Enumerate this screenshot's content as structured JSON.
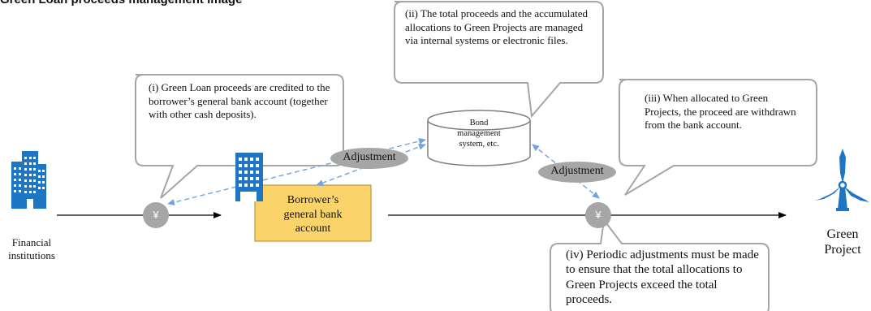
{
  "header_partial": "Green Loan proceeds management image",
  "callouts": {
    "i": "(i) Green Loan proceeds are credited to the borrower’s general bank account (together with other cash deposits).",
    "ii": "(ii) The total proceeds and the accumulated allocations to Green Projects are managed via internal systems or electronic files.",
    "iii": "(iii)  When allocated to Green Projects, the proceed are withdrawn from the bank account.",
    "iv": "(iv) Periodic adjustments must be made to ensure that the total allocations to Green Projects exceed the total proceeds."
  },
  "nodes": {
    "financial_line1": "Financial",
    "financial_line2": "institutions",
    "borrower_line1": "Borrower’s",
    "borrower_line2": "general bank",
    "borrower_line3": "account",
    "bond_line1": "Bond",
    "bond_line2": "management",
    "bond_line3": "system, etc.",
    "green_line1": "Green",
    "green_line2": "Project",
    "yen_symbol": "¥",
    "adjustment_left": "Adjustment",
    "adjustment_right": "Adjustment"
  },
  "icons": {
    "financial": "office-building-icon",
    "borrower": "office-building-icon",
    "green_project": "wind-turbine-icon"
  },
  "colors": {
    "accent_blue": "#1e75c4",
    "callout_border": "#a6a6a6",
    "borrower_box": "#fad36b",
    "borrower_box_border": "#b89a3a",
    "yen_circle": "#a6a6a6",
    "adjustment_ellipse": "#a6a6a6",
    "dashed_arrow": "#6fa4dc",
    "flow_line": "#000000"
  }
}
